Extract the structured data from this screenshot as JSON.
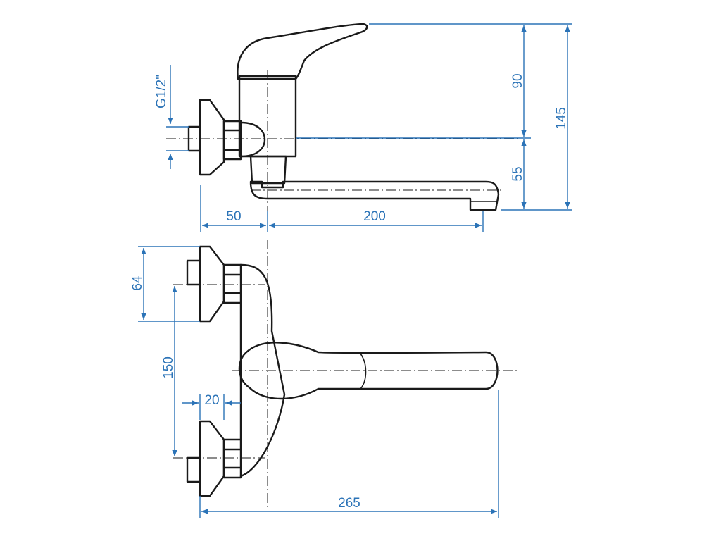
{
  "colors": {
    "outline": "#1a1a1a",
    "dimension": "#2b73b7",
    "background": "#ffffff"
  },
  "side_view": {
    "thread_label": "G1/2\"",
    "dim_height_top": "90",
    "dim_height_total": "145",
    "dim_spout_drop": "55",
    "dim_wall_offset": "50",
    "dim_spout_reach": "200"
  },
  "top_view": {
    "dim_flange_width": "64",
    "dim_inlet_spacing": "150",
    "dim_body_offset": "20",
    "dim_total_length": "265"
  }
}
